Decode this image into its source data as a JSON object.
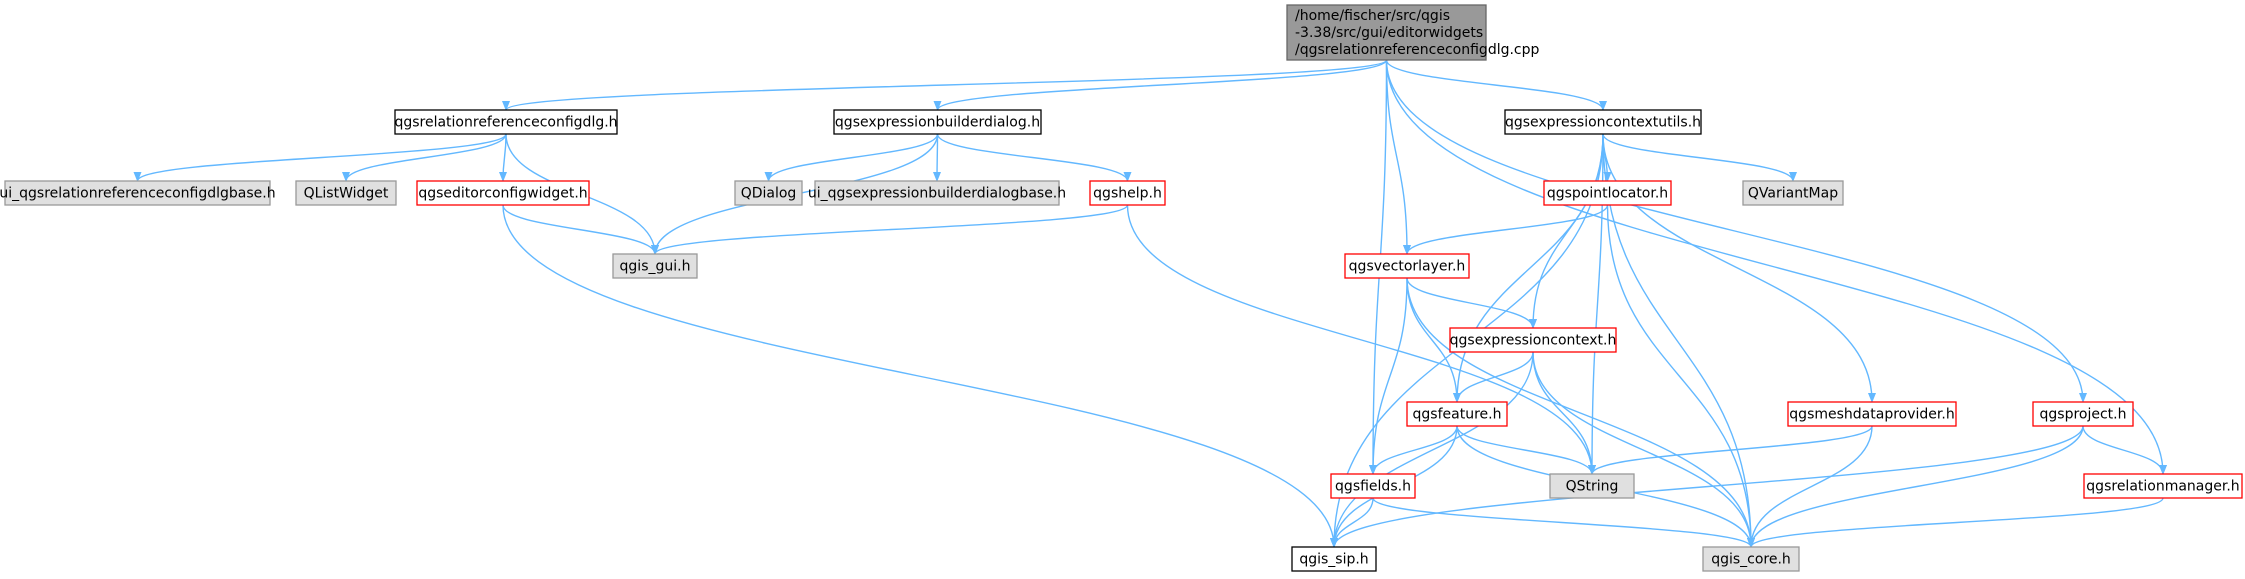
{
  "colors": {
    "root_fill": "#999999",
    "root_border": "#666666",
    "plain_border": "#000000",
    "external_fill": "#e0e0e0",
    "external_border": "#999999",
    "red_border": "#ff0000",
    "edge": "#63b8ff",
    "background": "#ffffff"
  },
  "nodes": [
    {
      "id": "root",
      "style": "root",
      "lines": [
        "/home/fischer/src/qgis",
        "-3.38/src/gui/editorwidgets",
        "/qgsrelationreferenceconfigdlg.cpp"
      ]
    },
    {
      "id": "relrefcfgdlg_h",
      "style": "plain",
      "lines": [
        "qgsrelationreferenceconfigdlg.h"
      ]
    },
    {
      "id": "exprbuilderdlg_h",
      "style": "plain",
      "lines": [
        "qgsexpressionbuilderdialog.h"
      ]
    },
    {
      "id": "exprctxutils_h",
      "style": "plain",
      "lines": [
        "qgsexpressioncontextutils.h"
      ]
    },
    {
      "id": "ui_relrefcfgdlgbase_h",
      "style": "external",
      "lines": [
        "ui_qgsrelationreferenceconfigdlgbase.h"
      ]
    },
    {
      "id": "qlistwidget",
      "style": "external",
      "lines": [
        "QListWidget"
      ]
    },
    {
      "id": "editorcfgwidget_h",
      "style": "red",
      "lines": [
        "qgseditorconfigwidget.h"
      ]
    },
    {
      "id": "qdialog",
      "style": "external",
      "lines": [
        "QDialog"
      ]
    },
    {
      "id": "ui_exprbuilderdlgbase_h",
      "style": "external",
      "lines": [
        "ui_qgsexpressionbuilderdialogbase.h"
      ]
    },
    {
      "id": "help_h",
      "style": "red",
      "lines": [
        "qgshelp.h"
      ]
    },
    {
      "id": "pointlocator_h",
      "style": "red",
      "lines": [
        "qgspointlocator.h"
      ]
    },
    {
      "id": "qvariantmap",
      "style": "external",
      "lines": [
        "QVariantMap"
      ]
    },
    {
      "id": "gui_h",
      "style": "external",
      "lines": [
        "qgis_gui.h"
      ]
    },
    {
      "id": "vectorlayer_h",
      "style": "red",
      "lines": [
        "qgsvectorlayer.h"
      ]
    },
    {
      "id": "exprctx_h",
      "style": "red",
      "lines": [
        "qgsexpressioncontext.h"
      ]
    },
    {
      "id": "feature_h",
      "style": "red",
      "lines": [
        "qgsfeature.h"
      ]
    },
    {
      "id": "meshdataprovider_h",
      "style": "red",
      "lines": [
        "qgsmeshdataprovider.h"
      ]
    },
    {
      "id": "project_h",
      "style": "red",
      "lines": [
        "qgsproject.h"
      ]
    },
    {
      "id": "fields_h",
      "style": "red",
      "lines": [
        "qgsfields.h"
      ]
    },
    {
      "id": "qstring",
      "style": "external",
      "lines": [
        "QString"
      ]
    },
    {
      "id": "relmanager_h",
      "style": "red",
      "lines": [
        "qgsrelationmanager.h"
      ]
    },
    {
      "id": "sip_h",
      "style": "plain",
      "lines": [
        "qgis_sip.h"
      ]
    },
    {
      "id": "core_h",
      "style": "external",
      "lines": [
        "qgis_core.h"
      ]
    }
  ],
  "edges": [
    [
      "root",
      "relrefcfgdlg_h"
    ],
    [
      "root",
      "exprbuilderdlg_h"
    ],
    [
      "root",
      "exprctxutils_h"
    ],
    [
      "root",
      "vectorlayer_h"
    ],
    [
      "root",
      "fields_h"
    ],
    [
      "root",
      "project_h"
    ],
    [
      "root",
      "relmanager_h"
    ],
    [
      "relrefcfgdlg_h",
      "ui_relrefcfgdlgbase_h"
    ],
    [
      "relrefcfgdlg_h",
      "qlistwidget"
    ],
    [
      "relrefcfgdlg_h",
      "editorcfgwidget_h"
    ],
    [
      "relrefcfgdlg_h",
      "gui_h"
    ],
    [
      "editorcfgwidget_h",
      "gui_h"
    ],
    [
      "editorcfgwidget_h",
      "sip_h"
    ],
    [
      "exprbuilderdlg_h",
      "gui_h"
    ],
    [
      "exprbuilderdlg_h",
      "qdialog"
    ],
    [
      "exprbuilderdlg_h",
      "ui_exprbuilderdlgbase_h"
    ],
    [
      "exprbuilderdlg_h",
      "help_h"
    ],
    [
      "help_h",
      "gui_h"
    ],
    [
      "help_h",
      "qstring"
    ],
    [
      "exprctxutils_h",
      "pointlocator_h"
    ],
    [
      "exprctxutils_h",
      "qvariantmap"
    ],
    [
      "exprctxutils_h",
      "meshdataprovider_h"
    ],
    [
      "exprctxutils_h",
      "exprctx_h"
    ],
    [
      "exprctxutils_h",
      "feature_h"
    ],
    [
      "exprctxutils_h",
      "qstring"
    ],
    [
      "exprctxutils_h",
      "sip_h"
    ],
    [
      "exprctxutils_h",
      "core_h"
    ],
    [
      "pointlocator_h",
      "vectorlayer_h"
    ],
    [
      "pointlocator_h",
      "core_h"
    ],
    [
      "vectorlayer_h",
      "exprctx_h"
    ],
    [
      "vectorlayer_h",
      "feature_h"
    ],
    [
      "vectorlayer_h",
      "fields_h"
    ],
    [
      "vectorlayer_h",
      "core_h"
    ],
    [
      "exprctx_h",
      "feature_h"
    ],
    [
      "exprctx_h",
      "qstring"
    ],
    [
      "exprctx_h",
      "sip_h"
    ],
    [
      "exprctx_h",
      "core_h"
    ],
    [
      "feature_h",
      "fields_h"
    ],
    [
      "feature_h",
      "qstring"
    ],
    [
      "feature_h",
      "sip_h"
    ],
    [
      "feature_h",
      "core_h"
    ],
    [
      "fields_h",
      "sip_h"
    ],
    [
      "fields_h",
      "core_h"
    ],
    [
      "meshdataprovider_h",
      "qstring"
    ],
    [
      "meshdataprovider_h",
      "core_h"
    ],
    [
      "project_h",
      "relmanager_h"
    ],
    [
      "project_h",
      "sip_h"
    ],
    [
      "project_h",
      "core_h"
    ],
    [
      "relmanager_h",
      "core_h"
    ]
  ]
}
